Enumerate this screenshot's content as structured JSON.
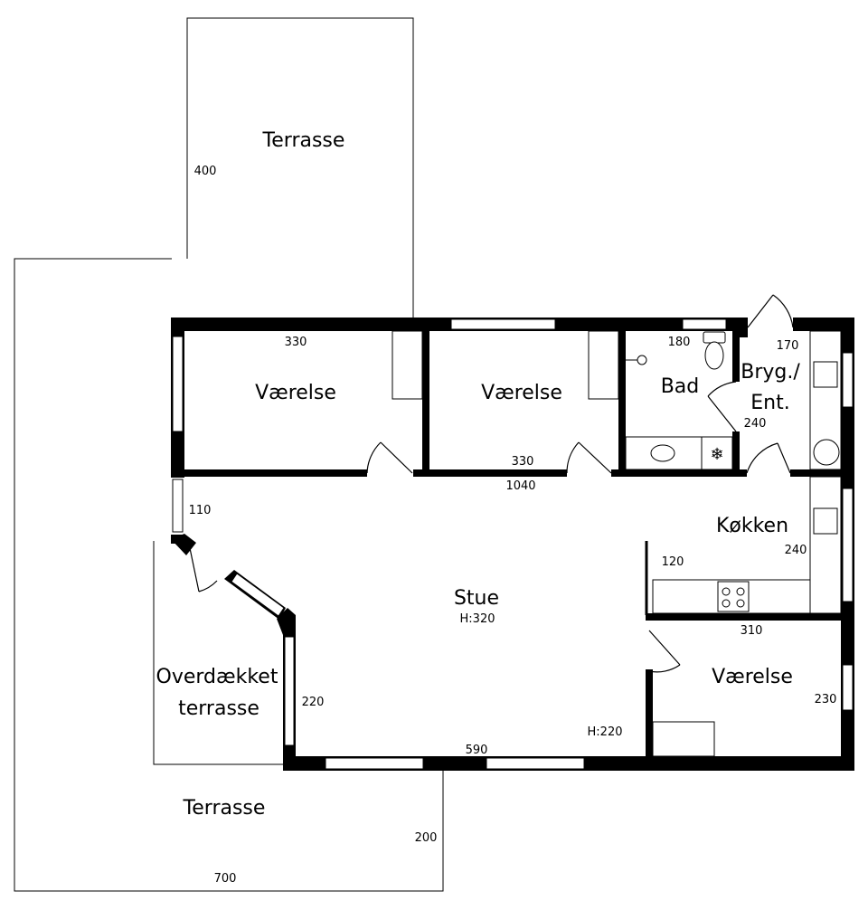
{
  "rooms": {
    "terrace_top": "Terrasse",
    "bedroom_1": "Værelse",
    "bedroom_2": "Værelse",
    "bath": "Bad",
    "utility_line1": "Bryg./",
    "utility_line2": "Ent.",
    "kitchen": "Køkken",
    "living": "Stue",
    "living_height": "H:320",
    "bedroom_3": "Værelse",
    "covered_terrace_line1": "Overdækket",
    "covered_terrace_line2": "terrasse",
    "terrace_bottom": "Terrasse",
    "low_height": "H:220"
  },
  "dimensions": {
    "terrace_top": "400",
    "bedroom_1": "330",
    "bedroom_2": "330",
    "bath": "180",
    "utility_width": "170",
    "utility_depth": "240",
    "corridor": "1040",
    "entry_side": "110",
    "kitchen_depth": "240",
    "kitchen_counter": "120",
    "bedroom_3_width": "310",
    "bedroom_3_depth": "230",
    "living_side": "220",
    "living_width": "590",
    "terrace_bottom_depth": "200",
    "terrace_bottom_width": "700"
  }
}
